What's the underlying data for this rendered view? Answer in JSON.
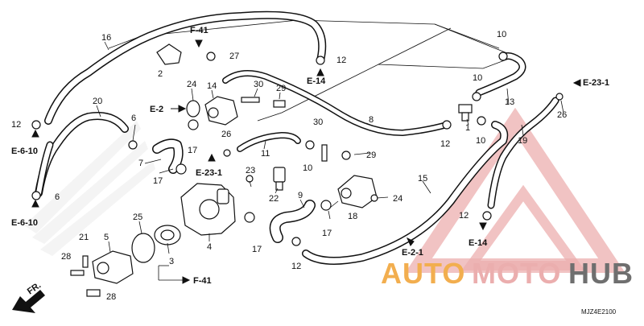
{
  "diagram": {
    "code": "MJZ4E2100",
    "direction_label": "FR.",
    "watermark": {
      "word_a": "AUTO",
      "word_b": "MOTO",
      "word_c": "HUB",
      "color_a": "#f0a030",
      "color_b": "#e8a0a0",
      "color_c": "#555555"
    },
    "part_numbers": [
      "1",
      "2",
      "3",
      "4",
      "5",
      "6",
      "7",
      "8",
      "9",
      "10",
      "11",
      "12",
      "13",
      "14",
      "15",
      "16",
      "17",
      "18",
      "19",
      "20",
      "21",
      "22",
      "23",
      "24",
      "25",
      "26",
      "27",
      "28",
      "29",
      "30"
    ],
    "section_refs": [
      "F-41",
      "E-2",
      "E-14",
      "E-23-1",
      "E-6-10",
      "E-2-1"
    ]
  }
}
